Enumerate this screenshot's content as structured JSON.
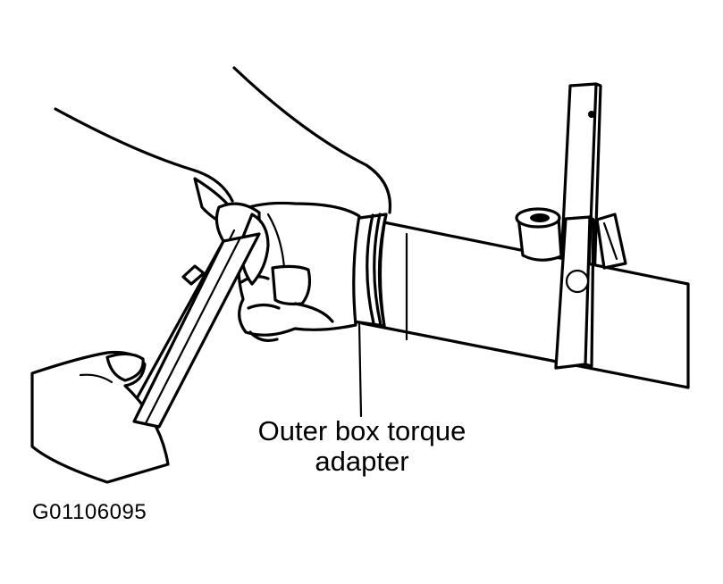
{
  "callout": {
    "line1": "Outer box torque",
    "line2": "adapter"
  },
  "figure_id": "G01106095"
}
